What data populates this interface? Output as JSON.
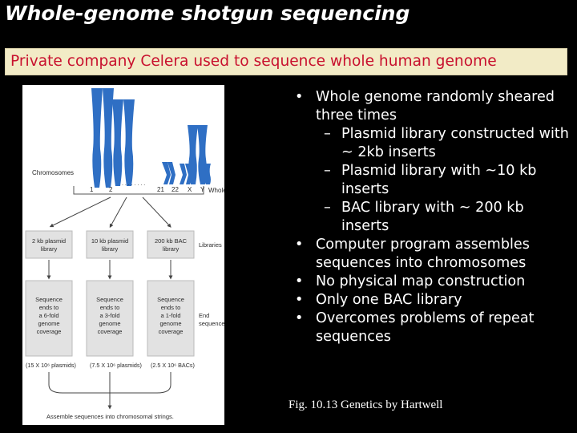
{
  "slide": {
    "title": "Whole-genome shotgun sequencing",
    "subtitle": "Private company Celera used to sequence whole human genome",
    "caption": "Fig. 10.13 Genetics by Hartwell"
  },
  "bullets": {
    "b1": "Whole genome randomly sheared three times",
    "b1_subs": [
      "Plasmid library constructed with ~ 2kb inserts",
      "Plasmid library with ~10 kb inserts",
      "BAC library with ~ 200 kb inserts"
    ],
    "b2": "Computer program assembles sequences into chromosomes",
    "b3": "No physical map construction",
    "b4": "Only one BAC library",
    "b5": "Overcomes problems of repeat sequences"
  },
  "figure": {
    "chromosomes_label": "Chromosomes",
    "chrom_numbers": [
      "1",
      "2",
      ". . . . . . . .",
      "21",
      "22",
      "X",
      "Y"
    ],
    "whole_genome_label": "Whole genome",
    "libraries": [
      "2 kb plasmid library",
      "10 kb plasmid library",
      "200 kb BAC library"
    ],
    "libraries_label": "Libraries",
    "ends": [
      "Sequence ends to a 6-fold genome coverage",
      "Sequence ends to a 3-fold genome coverage",
      "Sequence ends to a 1-fold genome coverage"
    ],
    "end_label_1": "End",
    "end_label_2": "sequences",
    "counts": [
      "(15 X 10⁶ plasmids)",
      "(7.5 X 10⁶ plasmids)",
      "(2.5 X 10⁶ BACs)"
    ],
    "assemble": "Assemble sequences into chromosomal strings."
  },
  "colors": {
    "background": "#000000",
    "title": "#ffffff",
    "subtitle_box": "#f2ebc6",
    "subtitle_text": "#c8102e",
    "chromosome": "#2f6fc4",
    "figure_box": "#e2e2e2"
  }
}
